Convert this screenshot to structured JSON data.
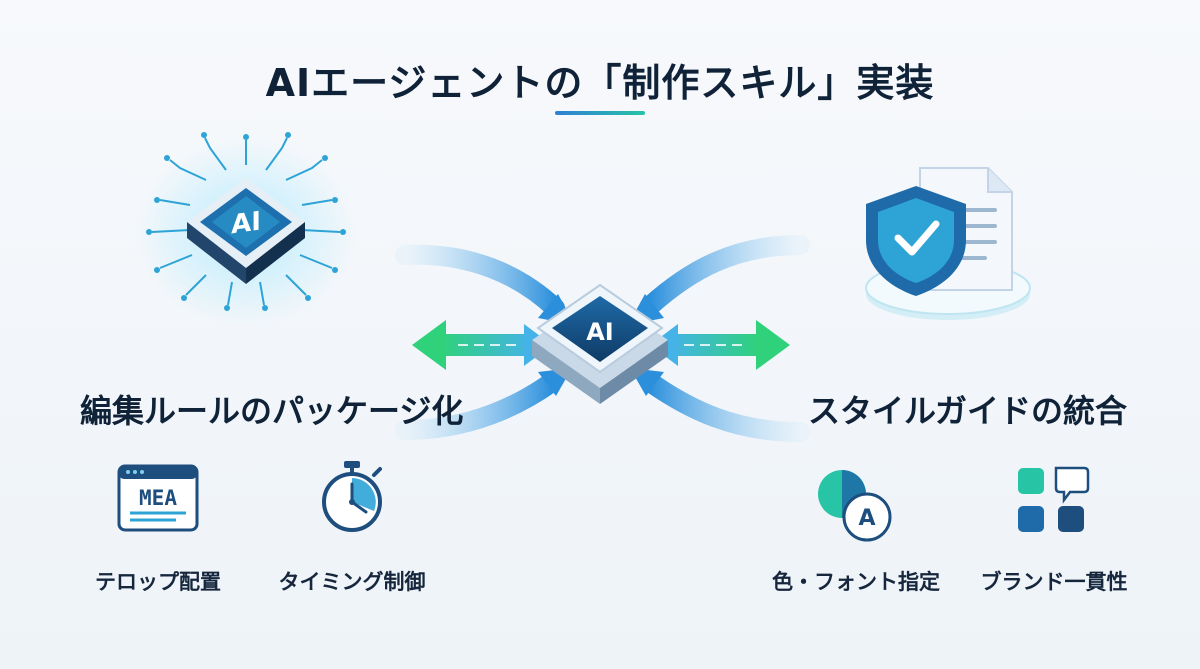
{
  "title": "AIエージェントの「制作スキル」実装",
  "center_hub": {
    "label": "AI"
  },
  "left": {
    "chip_label": "AI",
    "heading": "編集ルールのパッケージ化",
    "items": [
      {
        "label": "テロップ配置",
        "icon": "caption-window-icon",
        "icon_text": "MEA"
      },
      {
        "label": "タイミング制御",
        "icon": "stopwatch-icon"
      }
    ]
  },
  "right": {
    "heading": "スタイルガイドの統合",
    "items": [
      {
        "label": "色・フォント指定",
        "icon": "color-font-icon",
        "icon_text": "A"
      },
      {
        "label": "ブランド一貫性",
        "icon": "brand-blocks-icon"
      }
    ]
  },
  "colors": {
    "navy": "#0f2238",
    "accent_blue": "#2f7fd6",
    "accent_teal": "#27c4a5",
    "accent_green": "#2fd27a"
  }
}
